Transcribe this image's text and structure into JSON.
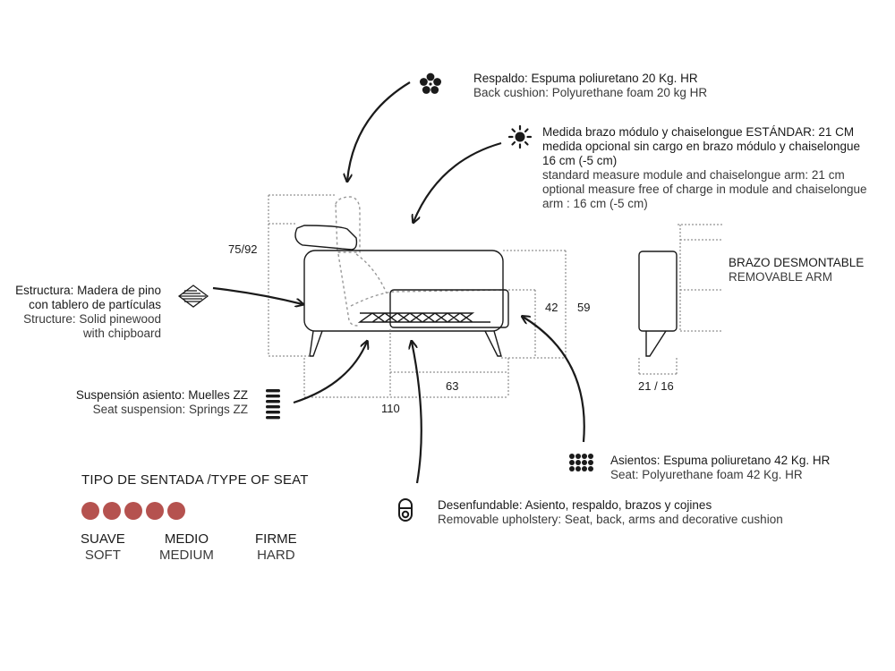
{
  "colors": {
    "line": "#1a1a1a",
    "dashed": "#777777",
    "seat_dot": "#b5524f"
  },
  "callouts": {
    "backrest": {
      "es": "Respaldo: Espuma poliuretano 20 Kg. HR",
      "en": "Back cushion: Polyurethane foam 20 kg HR",
      "icon": "flower-icon"
    },
    "arm": {
      "es1": "Medida brazo módulo  y chaiselongue ESTÁNDAR: 21 CM",
      "es2": "medida opcional sin cargo en brazo módulo y chaiselongue",
      "es3": "16 cm (-5 cm)",
      "en1": "standard measure module and chaiselongue arm: 21 cm",
      "en2": "optional measure free of charge in module and chaiselongue",
      "en3": "arm : 16 cm (-5 cm)",
      "icon": "sun-icon"
    },
    "structure": {
      "es1": "Estructura: Madera de pino",
      "es2": "con tablero de partículas",
      "en1": "Structure: Solid pinewood",
      "en2": "with chipboard",
      "icon": "layers-icon"
    },
    "suspension": {
      "es": "Suspensión asiento: Muelles ZZ",
      "en": "Seat suspension: Springs ZZ",
      "icon": "spring-icon"
    },
    "seat": {
      "es": "Asientos: Espuma poliuretano 42 Kg. HR",
      "en": "Seat: Polyurethane foam 42 Kg. HR",
      "icon": "dots-grid-icon"
    },
    "removable": {
      "es": "Desenfundable: Asiento, respaldo, brazos y cojines",
      "en": "Removable upholstery: Seat, back, arms and decorative cushion",
      "icon": "cover-icon"
    }
  },
  "dimensions": {
    "height": "75/92",
    "seat_height": "42",
    "arm_height": "59",
    "seat_depth": "63",
    "total_depth": "110",
    "arm_width": "21 / 16"
  },
  "arm_label": {
    "es": "BRAZO DESMONTABLE",
    "en": "REMOVABLE ARM"
  },
  "seat_type": {
    "title": "TIPO DE SENTADA /TYPE OF SEAT",
    "dots": 5,
    "levels": [
      {
        "es": "SUAVE",
        "en": "SOFT"
      },
      {
        "es": "MEDIO",
        "en": "MEDIUM"
      },
      {
        "es": "FIRME",
        "en": "HARD"
      }
    ]
  }
}
